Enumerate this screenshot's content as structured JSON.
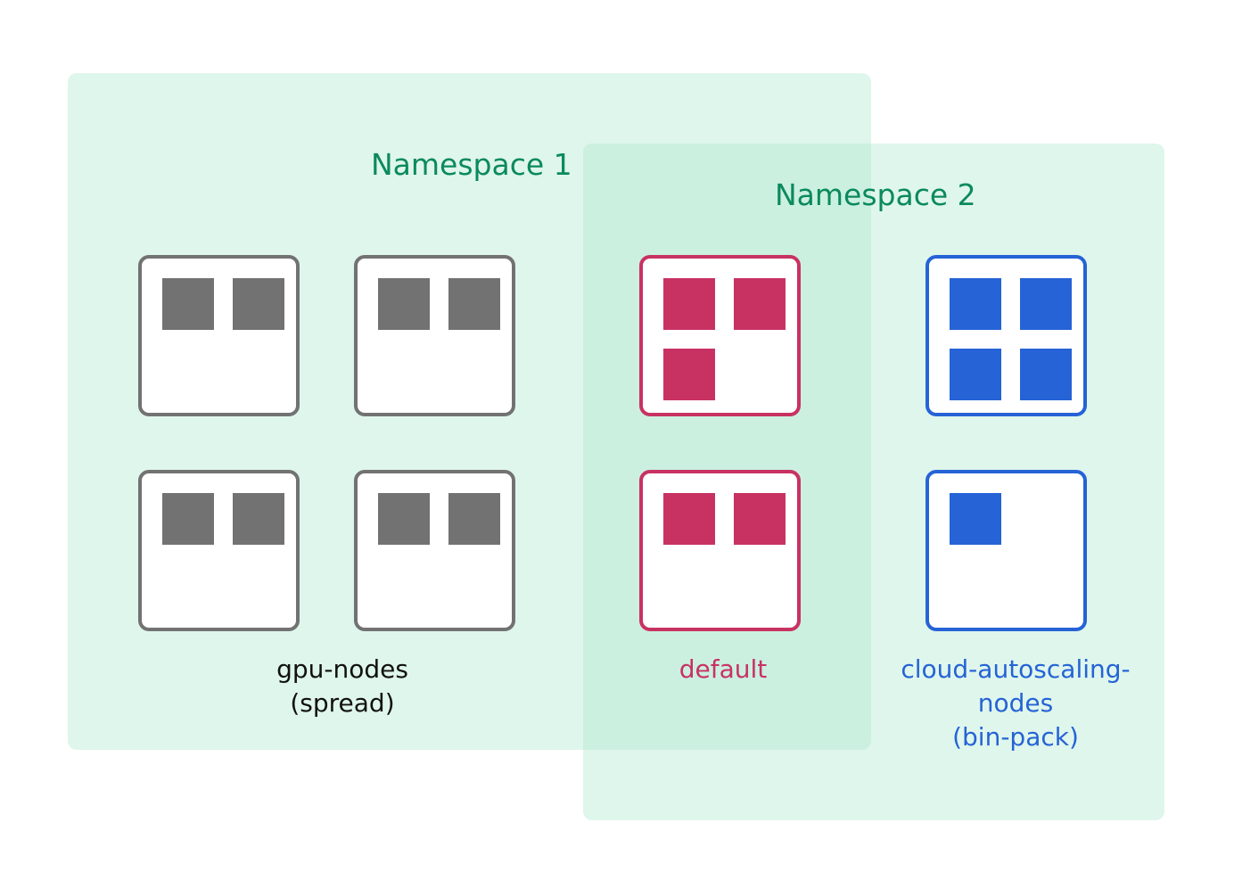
{
  "namespaces": [
    {
      "title": "Namespace 1"
    },
    {
      "title": "Namespace 2"
    }
  ],
  "colors": {
    "namespace_fill": "#aae8cd",
    "namespace_title": "#0b8a5c",
    "gpu_nodes": "#727273",
    "default": "#c83263",
    "cloud_autoscaling_nodes": "#2563d6"
  },
  "node_pools": [
    {
      "name_lines": [
        "gpu-nodes",
        "(spread)"
      ],
      "pods_per_node": [
        2,
        2,
        2,
        2
      ]
    },
    {
      "name_lines": [
        "default"
      ],
      "pods_per_node": [
        3,
        2
      ]
    },
    {
      "name_lines": [
        "cloud-autoscaling-",
        "nodes",
        "(bin-pack)"
      ],
      "pods_per_node": [
        4,
        1
      ]
    }
  ]
}
